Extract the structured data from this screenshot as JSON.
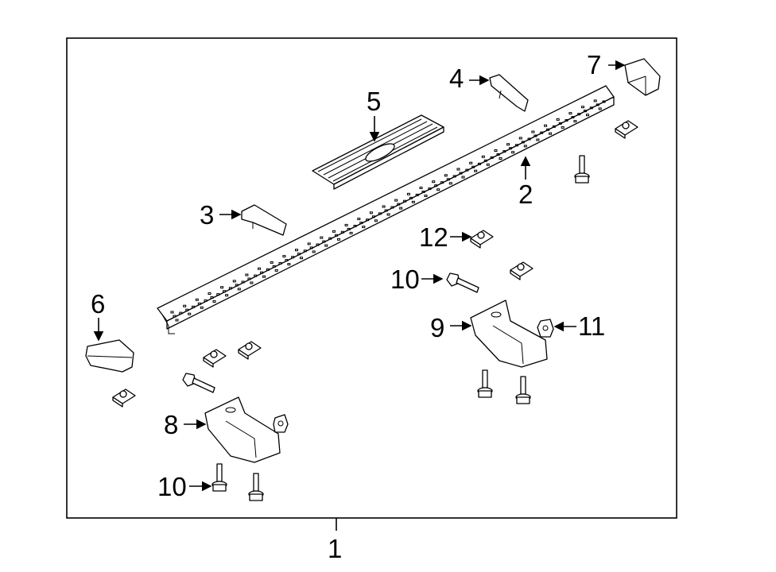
{
  "diagram": {
    "assembly_label": "1",
    "callouts": [
      {
        "id": "running-board",
        "label": "2"
      },
      {
        "id": "front-end-cap",
        "label": "3"
      },
      {
        "id": "rear-end-cap",
        "label": "4"
      },
      {
        "id": "step-pad",
        "label": "5"
      },
      {
        "id": "front-cover",
        "label": "6"
      },
      {
        "id": "rear-cover",
        "label": "7"
      },
      {
        "id": "front-bracket",
        "label": "8"
      },
      {
        "id": "rear-bracket",
        "label": "9"
      },
      {
        "id": "bolt-upper",
        "label": "10"
      },
      {
        "id": "nut",
        "label": "11"
      },
      {
        "id": "clip-nut",
        "label": "12"
      },
      {
        "id": "bolt-lower",
        "label": "10"
      }
    ]
  }
}
